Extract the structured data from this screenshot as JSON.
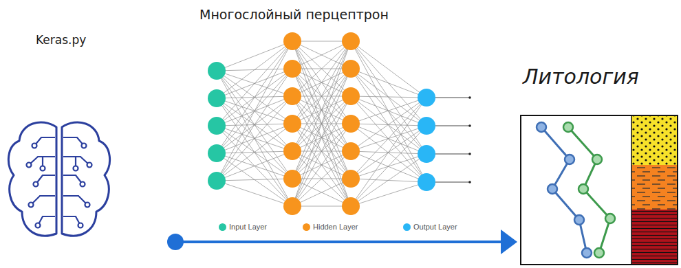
{
  "diagram": {
    "title": "Многослойный перцептрон",
    "labels": [
      "Keras.py",
      "Литология"
    ],
    "legend": [
      {
        "text": "Input Layer",
        "color": "#26c6a4"
      },
      {
        "text": "Hidden Layer",
        "color": "#f7941d"
      },
      {
        "text": "Output Layer",
        "color": "#29b6f6"
      }
    ]
  }
}
